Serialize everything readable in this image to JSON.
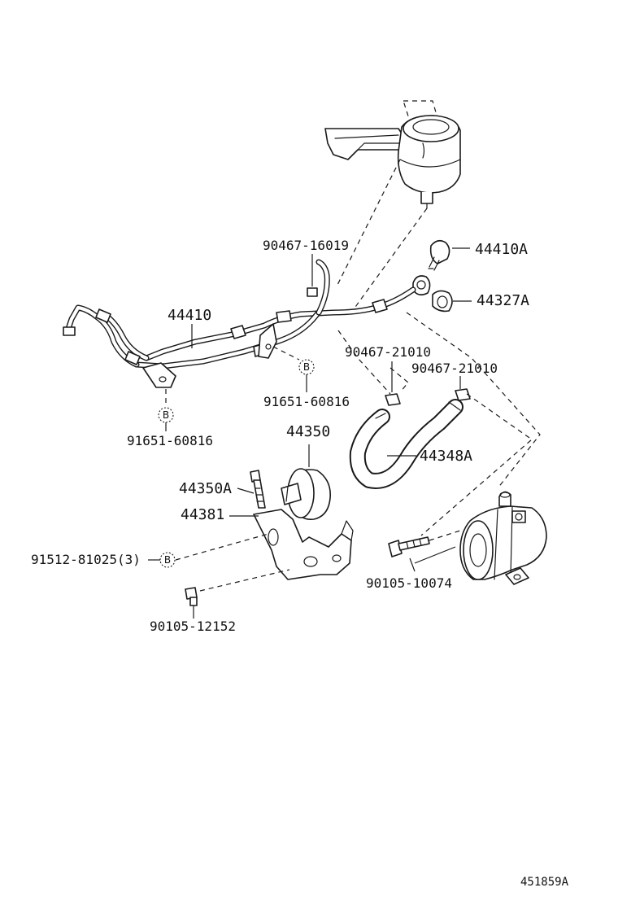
{
  "figure_id": "451859A",
  "callouts": {
    "reservoir_bracket_bolt": "90467-16019",
    "pressure_feed_tube": "44410",
    "union_bolt": "44410A",
    "union_gasket": "44327A",
    "clip_tube_b_right": "91651-60816",
    "clip_tube_b_left": "91651-60816",
    "hose_clamp_left": "90467-21010",
    "hose_clamp_right": "90467-21010",
    "return_hose": "44348A",
    "idler_pulley": "44350",
    "pulley_bolt": "44350A",
    "pulley_bracket": "44381",
    "bracket_bolt_b": "91512-81025",
    "bracket_bolt_b_qty": "(3)",
    "pump_bolt": "90105-10074",
    "bracket_lower_bolt": "90105-12152"
  },
  "ref_marker": "B"
}
